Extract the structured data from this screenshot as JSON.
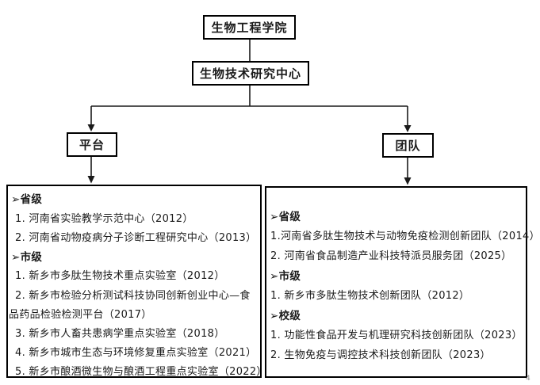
{
  "diagram": {
    "nodes": {
      "college": {
        "label": "生物工程学院"
      },
      "center": {
        "label": "生物技术研究中心"
      },
      "platform": {
        "label": "平台"
      },
      "team": {
        "label": "团队"
      }
    },
    "platform_list": {
      "lines": [
        {
          "type": "header",
          "text": "➢省级"
        },
        {
          "type": "item",
          "text": "1. 河南省实验教学示范中心（2012）"
        },
        {
          "type": "item",
          "text": "2. 河南省动物疫病分子诊断工程研究中心（2013）"
        },
        {
          "type": "header",
          "text": "➢市级"
        },
        {
          "type": "item",
          "text": "1. 新乡市多肽生物技术重点实验室（2012）"
        },
        {
          "type": "item",
          "text": "2. 新乡市检验分析测试科技协同创新创业中心—食"
        },
        {
          "type": "wrap",
          "text": "品药品检验检测平台（2017）"
        },
        {
          "type": "item",
          "text": "3. 新乡市人畜共患病学重点实验室（2018）"
        },
        {
          "type": "item",
          "text": "4. 新乡市城市生态与环境修复重点实验室（2021）"
        },
        {
          "type": "item",
          "text": "5. 新乡市酿酒微生物与酿酒工程重点实验室（2022）"
        }
      ]
    },
    "team_list": {
      "lines": [
        {
          "type": "header",
          "text": "➢省级"
        },
        {
          "type": "item",
          "text": "1.河南省多肽生物技术与动物免疫检测创新团队（2014）"
        },
        {
          "type": "item",
          "text": "2. 河南省食品制造产业科技特派员服务团（2025）"
        },
        {
          "type": "header",
          "text": "➢市级"
        },
        {
          "type": "item",
          "text": "1. 新乡市多肽生物技术创新团队（2012）"
        },
        {
          "type": "header",
          "text": "➢校级"
        },
        {
          "type": "item",
          "text": "1. 功能性食品开发与机理研究科技创新团队（2023）"
        },
        {
          "type": "item",
          "text": "2. 生物免疫与调控技术科技创新团队（2023）"
        }
      ]
    },
    "colors": {
      "line": "#1a1a1a",
      "border": "#000000",
      "text": "#1a1a1a",
      "page_number": "#8c8c8c"
    }
  },
  "page": {
    "number": "4"
  }
}
